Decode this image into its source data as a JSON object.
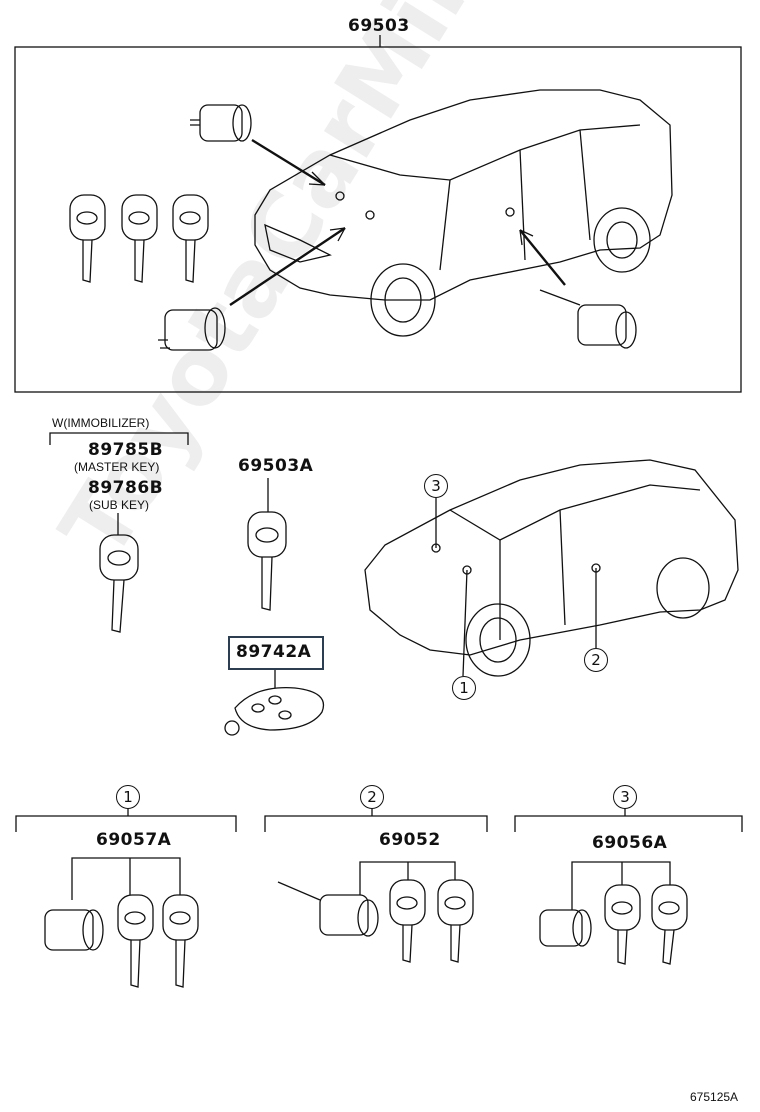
{
  "watermark": "ToyotaCarMine.ru",
  "top_group": {
    "part_no": "69503"
  },
  "immobilizer": {
    "header": "W(IMMOBILIZER)",
    "master_part": "89785B",
    "master_note": "(MASTER KEY)",
    "sub_part": "89786B",
    "sub_note": "(SUB KEY)"
  },
  "single_key": {
    "part_no": "69503A"
  },
  "remote": {
    "part_no": "89742A"
  },
  "callouts": {
    "one": "1",
    "two": "2",
    "three": "3"
  },
  "sets": [
    {
      "ref": "1",
      "part_no": "69057A"
    },
    {
      "ref": "2",
      "part_no": "69052"
    },
    {
      "ref": "3",
      "part_no": "69056A"
    }
  ],
  "diagram_id": "675125A"
}
